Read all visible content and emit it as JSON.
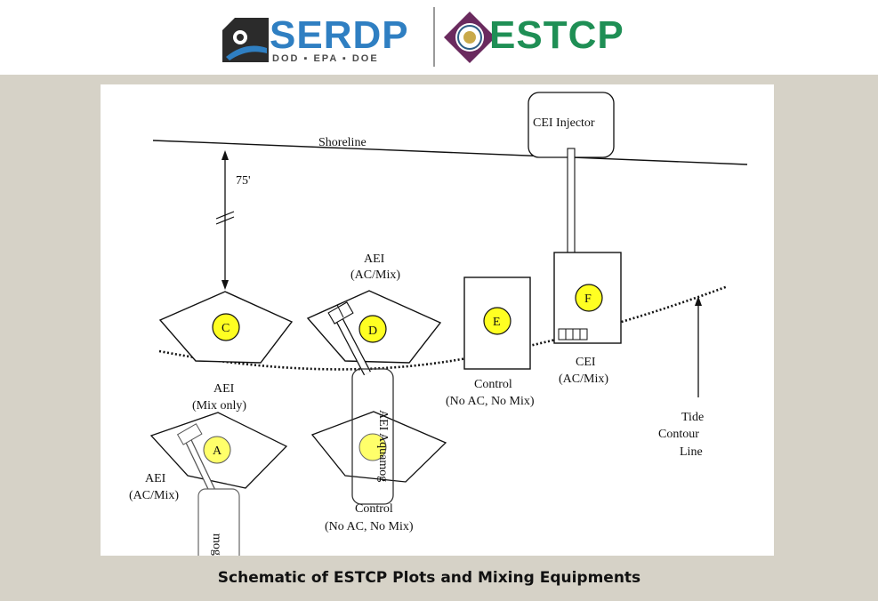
{
  "header": {
    "serdp_logo": {
      "name": "SERDP",
      "tagline": "DOD ▪ EPA ▪ DOE",
      "color": "#2f7fc2"
    },
    "estcp_logo": {
      "name": "ESTCP",
      "color": "#1f8f55",
      "seal_color": "#6a2a5e"
    }
  },
  "diagram": {
    "shoreline_label": "Shoreline",
    "distance_label": "75'",
    "injector_label": "CEI Injector",
    "plot_c": "C",
    "plot_d": "D",
    "plot_d_label_line1": "AEI",
    "plot_d_label_line2": "(AC/Mix)",
    "plot_e": "E",
    "plot_e_label_line1": "Control",
    "plot_e_label_line2": "(No AC, No Mix)",
    "plot_f": "F",
    "plot_f_label_line1": "CEI",
    "plot_f_label_line2": "(AC/Mix)",
    "plot_a": "A",
    "plot_a_label_line1": "AEI",
    "plot_a_label_line2": "(Mix only)",
    "aei_left_label_line1": "AEI",
    "aei_left_label_line2": "(AC/Mix)",
    "aquamog_label": "AEI Aquamog",
    "aquamog_partial": "mog",
    "control_bottom_line1": "Control",
    "control_bottom_line2": "(No AC, No Mix)",
    "tide_label_line1": "Tide",
    "tide_label_line2": "Contour",
    "tide_label_line3": "Line",
    "marker_color": "#ffff22"
  },
  "caption": "Schematic of ESTCP Plots and Mixing Equipments"
}
